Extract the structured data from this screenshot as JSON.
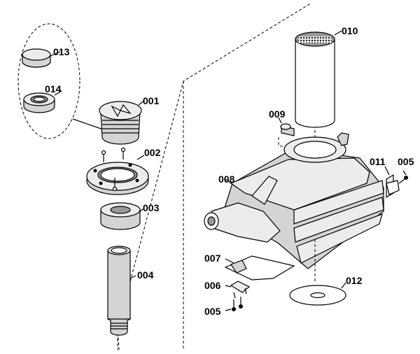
{
  "parts": {
    "p001": "001",
    "p002": "002",
    "p003": "003",
    "p004": "004",
    "p005a": "005",
    "p005b": "005",
    "p006": "006",
    "p007": "007",
    "p008": "008",
    "p009": "009",
    "p010": "010",
    "p011": "011",
    "p012": "012",
    "p013": "013",
    "p014": "014"
  }
}
